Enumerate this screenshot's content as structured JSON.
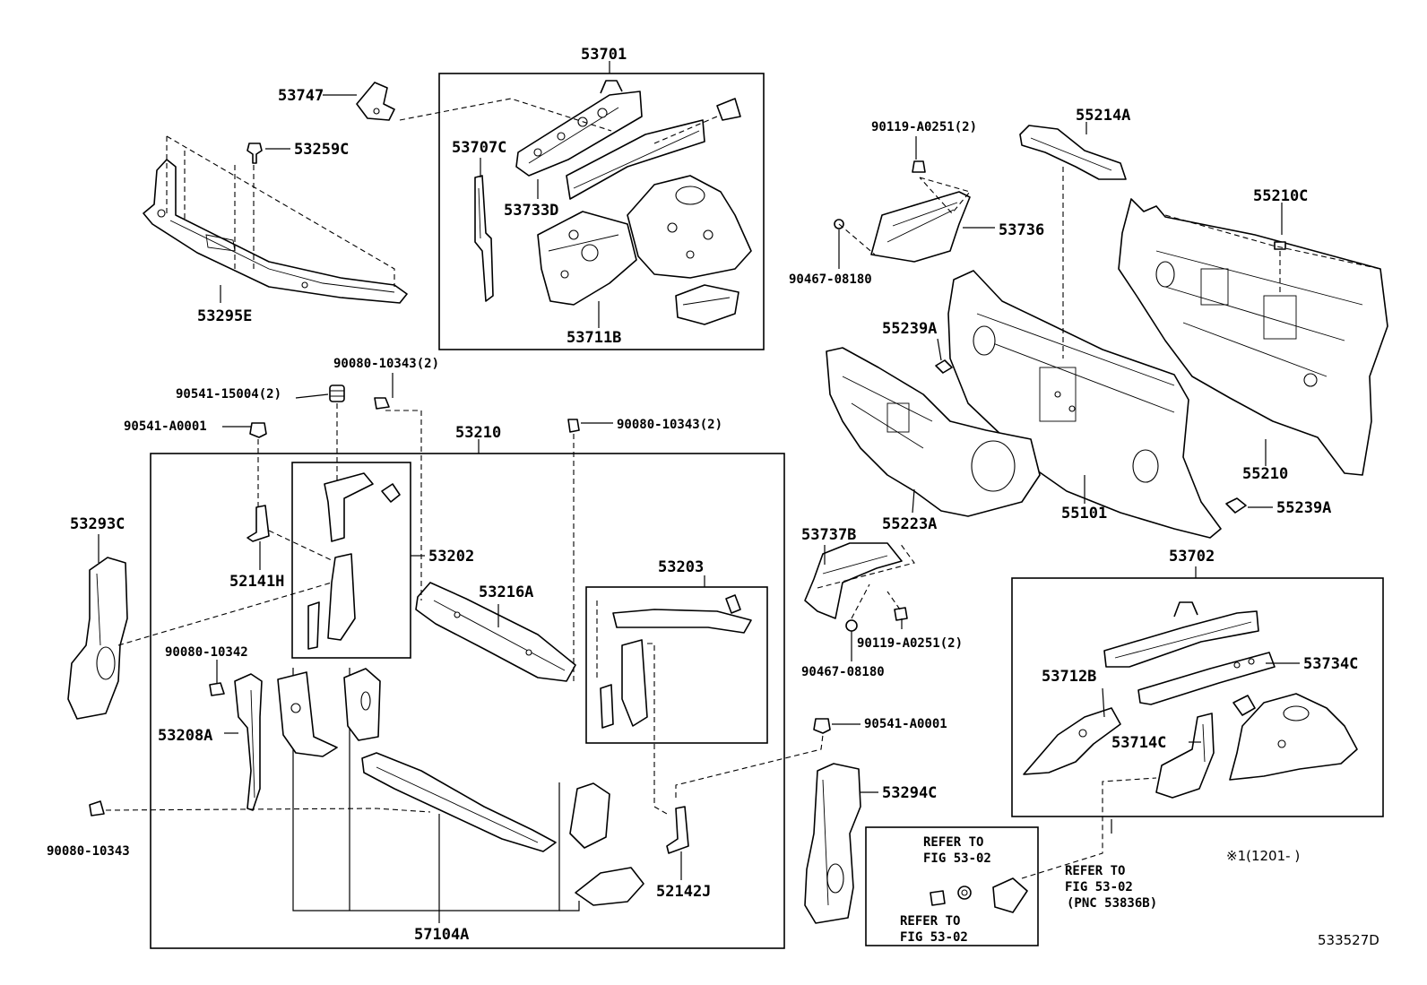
{
  "labels": {
    "p53701": "53701",
    "p53747": "53747",
    "p53259C": "53259C",
    "p53295E": "53295E",
    "p53707C": "53707C",
    "p53733D": "53733D",
    "p53711B": "53711B",
    "p90119a": "90119-A0251(2)",
    "p55214A": "55214A",
    "p53736": "53736",
    "p90467a": "90467-08180",
    "p55210C": "55210C",
    "p55239A_1": "55239A",
    "p55210": "55210",
    "p55101": "55101",
    "p55223A": "55223A",
    "p55239A_2": "55239A",
    "p90080_10343_2a": "90080-10343(2)",
    "p90541_15004": "90541-15004(2)",
    "p90541_A0001_a": "90541-A0001",
    "p53210": "53210",
    "p90080_10343_2b": "90080-10343(2)",
    "p53293C": "53293C",
    "p52141H": "52141H",
    "p53202": "53202",
    "p53216A": "53216A",
    "p53203": "53203",
    "p90080_10342": "90080-10342",
    "p53208A": "53208A",
    "p90080_10343": "90080-10343",
    "p57104A": "57104A",
    "p52142J": "52142J",
    "p53737B": "53737B",
    "p90119b": "90119-A0251(2)",
    "p90467b": "90467-08180",
    "p90541_A0001_b": "90541-A0001",
    "p53294C": "53294C",
    "p53702": "53702",
    "p53712B": "53712B",
    "p53734C": "53734C",
    "p53714C": "53714C"
  },
  "refs": {
    "ref1_line1": "REFER TO",
    "ref1_line2": "FIG 53-02",
    "ref2_line1": "REFER TO",
    "ref2_line2": "FIG 53-02",
    "ref3_line1": "REFER TO",
    "ref3_line2": "FIG 53-02",
    "ref3_line3": "(PNC 53836B)"
  },
  "note": "※1(1201-    )",
  "figure_id": "533527D"
}
